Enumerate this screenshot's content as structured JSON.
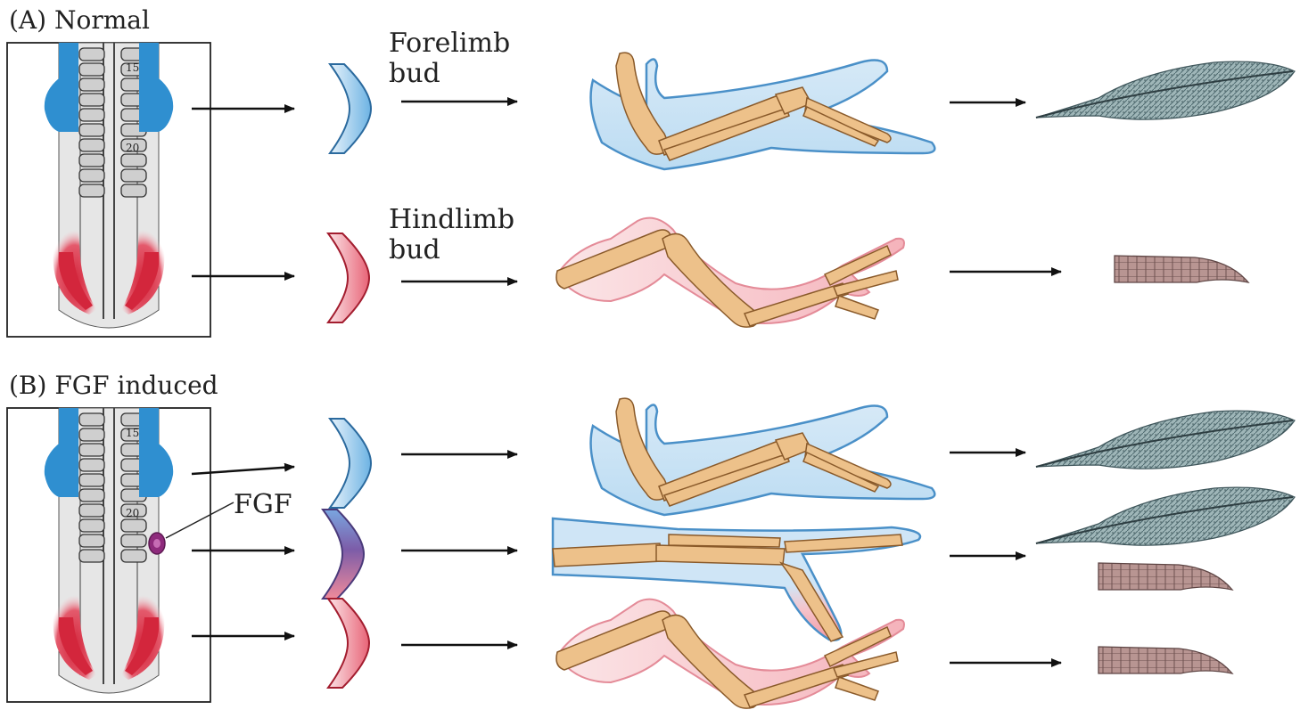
{
  "panelA": {
    "heading": "(A)  Normal",
    "somite_label_15": "15",
    "somite_label_20": "20",
    "forelimb_label_line1": "Forelimb",
    "forelimb_label_line2": "bud",
    "hindlimb_label_line1": "Hindlimb",
    "hindlimb_label_line2": "bud"
  },
  "panelB": {
    "heading": "(B)  FGF induced",
    "somite_label_15": "15",
    "somite_label_20": "20",
    "fgf_label": "FGF"
  },
  "colors": {
    "forelimb": "#2f8fd0",
    "hindlimb": "#d3263c",
    "fgf_bead": "#8e2a7c",
    "bone": "#e8b77a",
    "feather": "#6d8a8f",
    "scale": "#a27f7c"
  }
}
